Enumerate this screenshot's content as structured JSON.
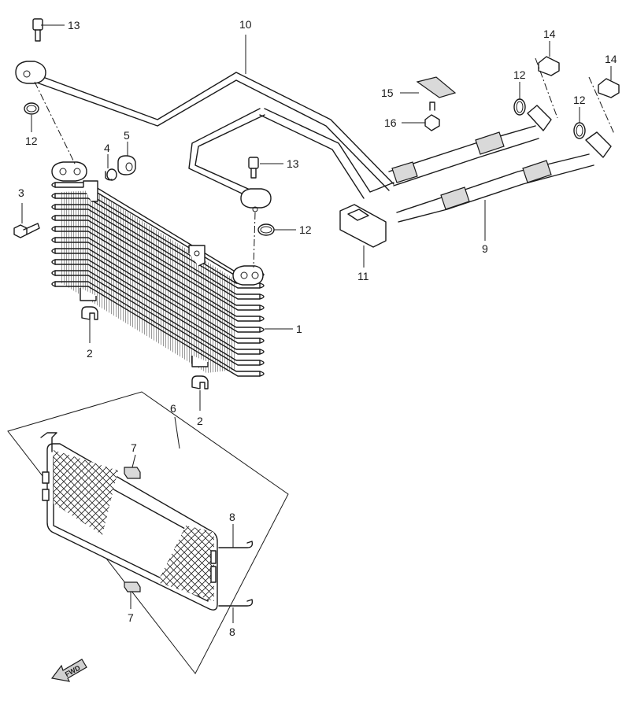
{
  "callouts": {
    "p1": "1",
    "p2a": "2",
    "p2b": "2",
    "p3": "3",
    "p4": "4",
    "p5": "5",
    "p6": "6",
    "p7a": "7",
    "p7b": "7",
    "p8a": "8",
    "p8b": "8",
    "p9": "9",
    "p10": "10",
    "p11": "11",
    "p12a": "12",
    "p12b": "12",
    "p12c": "12",
    "p12d": "12",
    "p13a": "13",
    "p13b": "13",
    "p14a": "14",
    "p14b": "14",
    "p15": "15",
    "p16": "16"
  },
  "fwd_label": "FWD"
}
